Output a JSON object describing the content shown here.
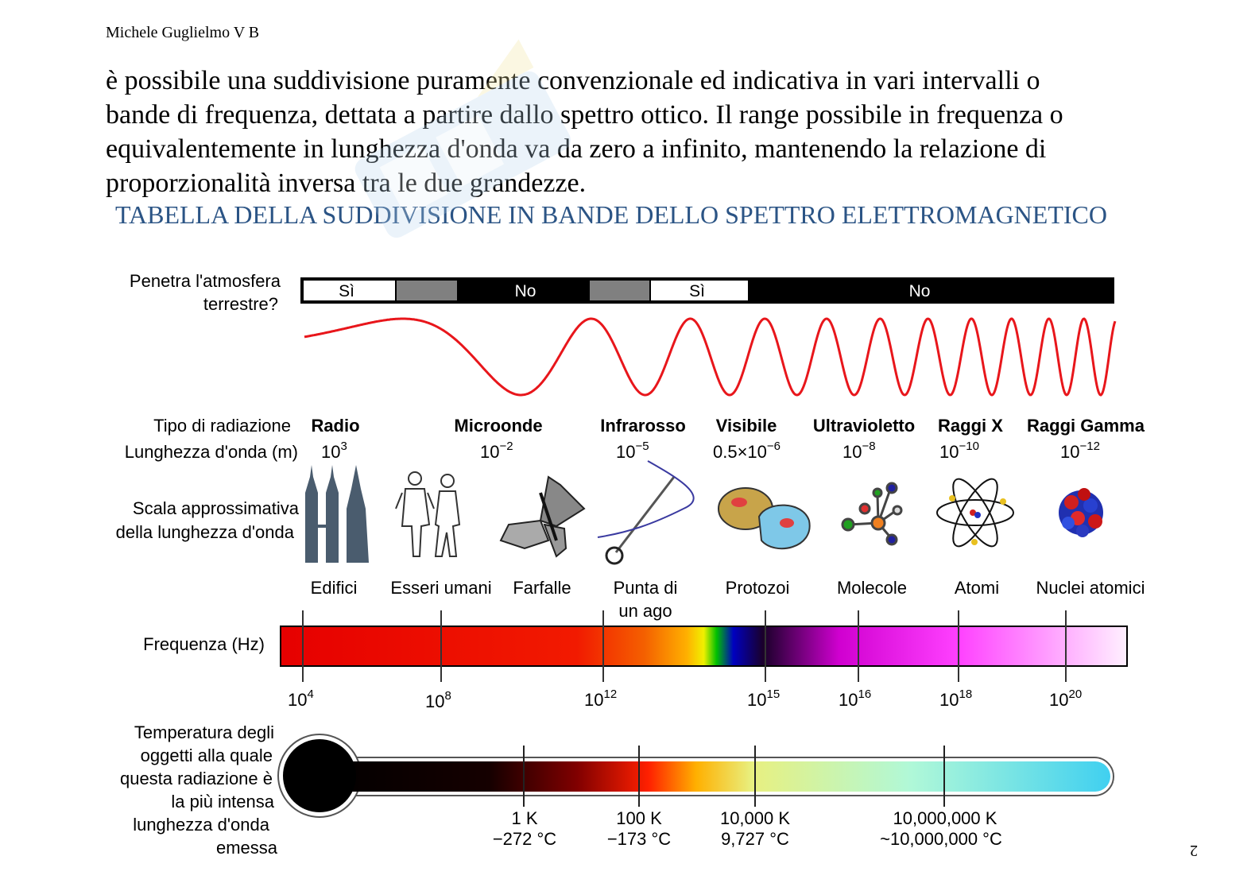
{
  "header": {
    "author": "Michele Guglielmo V B"
  },
  "body": {
    "paragraph_lines": [
      "è possibile una suddivisione puramente convenzionale ed indicativa in vari intervalli o",
      "bande di frequenza, dettata a partire dallo spettro ottico. Il range possibile in frequenza o",
      "equivalentemente in lunghezza d'onda va da zero a infinito, mantenendo la relazione di",
      "proporzionalità inversa tra le due grandezze."
    ],
    "heading": "TABELLA DELLA SUDDIVISIONE IN BANDE DELLO SPETTRO ELETTROMAGNETICO"
  },
  "diagram": {
    "atmosphere": {
      "label_1": "Penetra l'atmosfera",
      "label_2": "terrestre?",
      "yes": "Sì",
      "no": "No"
    },
    "row_labels": {
      "type": "Tipo di radiazione",
      "wavelength": "Lunghezza d'onda (m)",
      "scale_1": "Scala approssimativa",
      "scale_2": "della lunghezza d'onda",
      "frequency": "Frequenza (Hz)",
      "temp_1": "Temperatura degli",
      "temp_2": "oggetti alla quale",
      "temp_3": "questa radiazione è",
      "temp_4": "la più intensa",
      "temp_5": "lunghezza d'onda",
      "temp_6": "emessa"
    },
    "radiation_types": [
      {
        "name": "Radio",
        "base": "10",
        "exp": "3"
      },
      {
        "name": "Microonde",
        "base": "10",
        "exp": "−2"
      },
      {
        "name": "Infrarosso",
        "base": "10",
        "exp": "−5"
      },
      {
        "name": "Visibile",
        "base": "0.5×10",
        "exp": "−6"
      },
      {
        "name": "Ultravioletto",
        "base": "10",
        "exp": "−8"
      },
      {
        "name": "Raggi X",
        "base": "10",
        "exp": "−10"
      },
      {
        "name": "Raggi Gamma",
        "base": "10",
        "exp": "−12"
      }
    ],
    "scale_objects": {
      "buildings": "Edifici",
      "humans": "Esseri umani",
      "butterflies": "Farfalle",
      "needle_1": "Punta di",
      "needle_2": "un ago",
      "protozoa": "Protozoi",
      "molecules": "Molecole",
      "atoms": "Atomi",
      "nuclei": "Nuclei atomici"
    },
    "frequency_ticks": [
      {
        "base": "10",
        "exp": "4"
      },
      {
        "base": "10",
        "exp": "8"
      },
      {
        "base": "10",
        "exp": "12"
      },
      {
        "base": "10",
        "exp": "15"
      },
      {
        "base": "10",
        "exp": "16"
      },
      {
        "base": "10",
        "exp": "18"
      },
      {
        "base": "10",
        "exp": "20"
      }
    ],
    "temperature_ticks": [
      {
        "k": "1 K",
        "c": "−272 °C"
      },
      {
        "k": "100 K",
        "c": "−173 °C"
      },
      {
        "k": "10,000 K",
        "c": "9,727 °C"
      },
      {
        "k": "10,000,000 K",
        "c": "~10,000,000 °C"
      }
    ],
    "colors": {
      "wave": "#e8161b",
      "heading": "#2b5485"
    }
  },
  "footer": {
    "page_number": "2"
  }
}
